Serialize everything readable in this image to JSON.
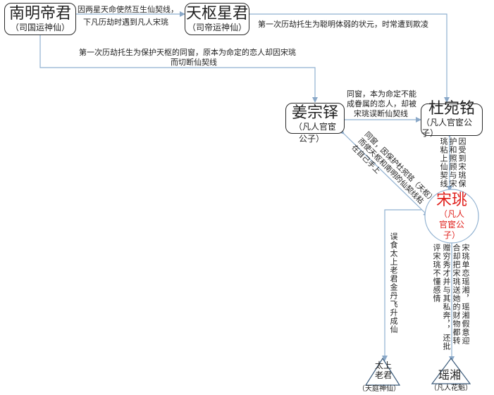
{
  "nodes": {
    "nanming": {
      "name": "南明帝君",
      "sub": "（司国运神仙）"
    },
    "tianshu": {
      "name": "天枢星君",
      "sub": "（司帝运神仙）"
    },
    "jiang": {
      "name": "姜宗铎",
      "sub1": "（凡人官宦",
      "sub2": "公子）"
    },
    "du": {
      "name": "杜宛铭",
      "sub": "（凡人官宦公子）"
    },
    "song": {
      "name": "宋珧",
      "sub": "（凡人官宦公子）"
    },
    "taishang": {
      "name": "太上老君",
      "sub": "（天庭神仙）"
    },
    "yaoxiang": {
      "name": "瑶湘",
      "sub": "（凡人花魁）"
    }
  },
  "edges": {
    "nanming_tianshu_1": "因两星天命使然互生仙契线，",
    "nanming_tianshu_2": "下凡历劫时遇到凡人宋珧",
    "tianshu_du": "第一次历劫托生为聪明体弱的状元，时常遭到欺凌",
    "nanming_jiang_1": "第一次历劫托生为保护天枢的同窗，原本为命定的恋人却因宋珧",
    "nanming_jiang_2": "而切断仙契线",
    "jiang_du_1": "同窗，本为命定不能",
    "jiang_du_2": "成眷属的恋人，却被",
    "jiang_du_3": "宋珧误断仙契线",
    "jiang_song_1": "同窗，因保护杜宛铭（天枢）",
    "jiang_song_2": "而使天枢和南明的仙契线粘",
    "jiang_song_3": "在自己手上",
    "du_song_1": "因受到宋珧保",
    "du_song_2": "护和照顾与宋",
    "du_song_3": "珧粘上仙契线",
    "song_taishang": "误食太上老君金丹飞升成仙",
    "song_yaoxiang_1": "赠穷秀才并与其私奔，",
    "song_yaoxiang_2": "评宋珧不懂感情",
    "song_yaoxiang_3": "宋珧单恋瑶湘，瑶湘假意迎",
    "song_yaoxiang_4": "合却把宋珧送她的财物都转",
    "song_yaoxiang_5": "，还批"
  }
}
